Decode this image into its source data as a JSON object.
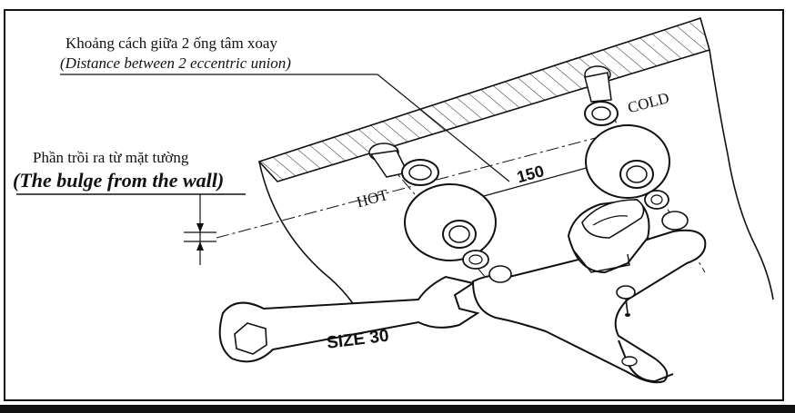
{
  "labels": {
    "distance_vi": "Khoảng cách giữa 2 ống tâm xoay",
    "distance_en": "(Distance between 2 eccentric union)",
    "bulge_vi": "Phần trồi ra từ mặt tường",
    "bulge_en": "(The bulge from the wall)",
    "hot": "HOT",
    "cold": "COLD",
    "dimension": "150",
    "wrench_size": "SIZE 30"
  }
}
